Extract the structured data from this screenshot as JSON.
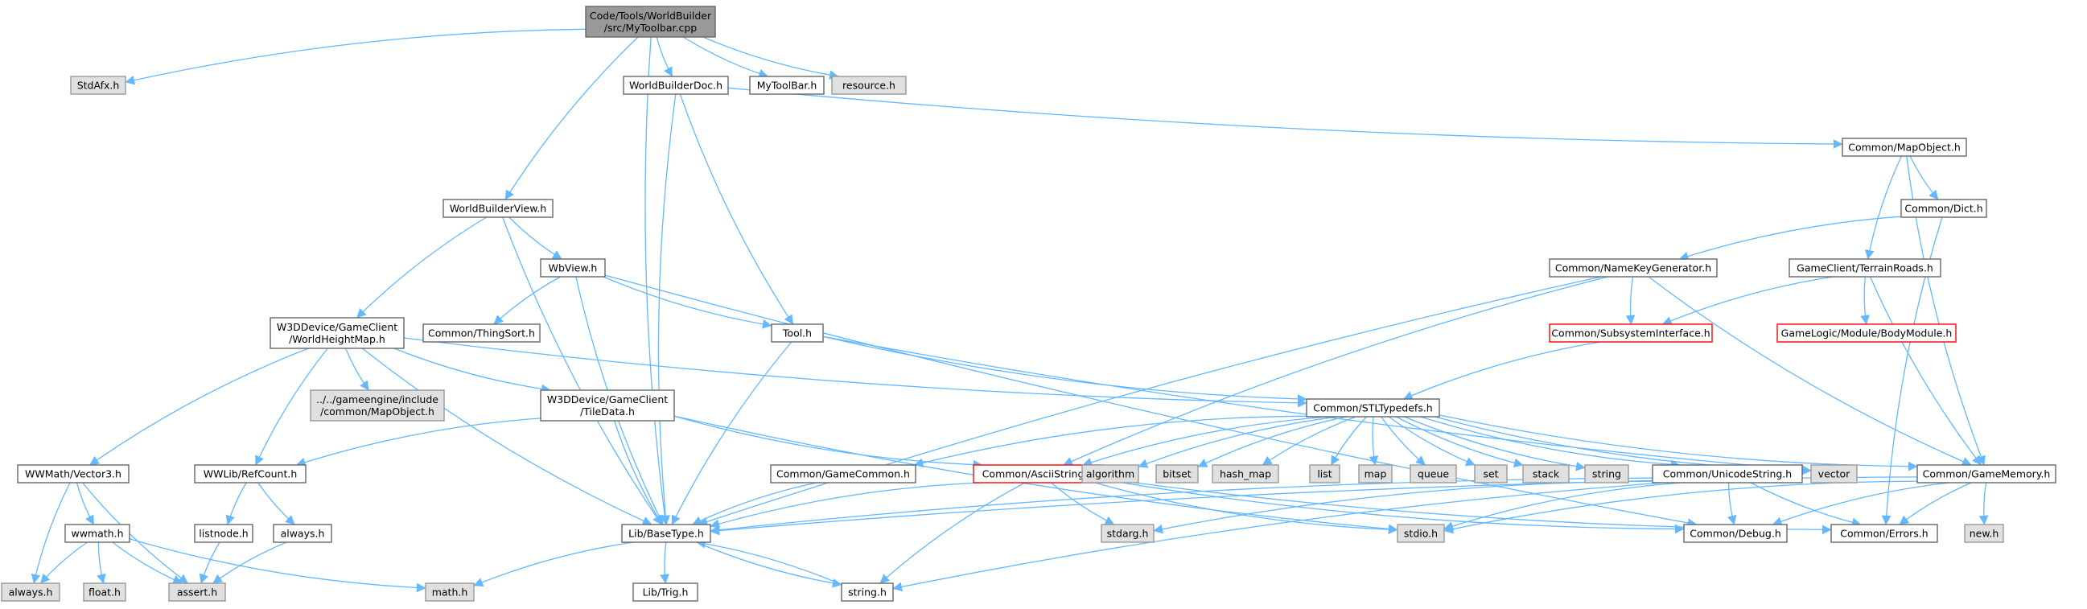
{
  "colors": {
    "edge": "#63b8ff",
    "root_fill": "#999999",
    "root_border": "#666666",
    "node_fill": "#ffffff",
    "node_border": "#666666",
    "ext_fill": "#e0e0e0",
    "ext_border": "#999999",
    "incomplete_border": "#ff0000"
  },
  "nodes": [
    {
      "id": "root",
      "lines": [
        "Code/Tools/WorldBuilder",
        "/src/MyToolbar.cpp"
      ],
      "kind": "root"
    },
    {
      "id": "stdafx",
      "lines": [
        "StdAfx.h"
      ],
      "kind": "ext"
    },
    {
      "id": "worldbuilderdoc",
      "lines": [
        "WorldBuilderDoc.h"
      ],
      "kind": "normal"
    },
    {
      "id": "mytoolbar_h",
      "lines": [
        "MyToolBar.h"
      ],
      "kind": "normal"
    },
    {
      "id": "resource",
      "lines": [
        "resource.h"
      ],
      "kind": "ext"
    },
    {
      "id": "mapobject",
      "lines": [
        "Common/MapObject.h"
      ],
      "kind": "normal"
    },
    {
      "id": "dict",
      "lines": [
        "Common/Dict.h"
      ],
      "kind": "normal"
    },
    {
      "id": "worldbuilderview",
      "lines": [
        "WorldBuilderView.h"
      ],
      "kind": "normal"
    },
    {
      "id": "namekeygen",
      "lines": [
        "Common/NameKeyGenerator.h"
      ],
      "kind": "normal"
    },
    {
      "id": "terrainroads",
      "lines": [
        "GameClient/TerrainRoads.h"
      ],
      "kind": "normal"
    },
    {
      "id": "wbview",
      "lines": [
        "WbView.h"
      ],
      "kind": "normal"
    },
    {
      "id": "worldheightmap",
      "lines": [
        "W3DDevice/GameClient",
        "/WorldHeightMap.h"
      ],
      "kind": "normal"
    },
    {
      "id": "thingsort",
      "lines": [
        "Common/ThingSort.h"
      ],
      "kind": "normal"
    },
    {
      "id": "tool",
      "lines": [
        "Tool.h"
      ],
      "kind": "normal"
    },
    {
      "id": "subsysiface",
      "lines": [
        "Common/SubsystemInterface.h"
      ],
      "kind": "incomplete"
    },
    {
      "id": "bodymodule",
      "lines": [
        "GameLogic/Module/BodyModule.h"
      ],
      "kind": "incomplete"
    },
    {
      "id": "gameengine_mapobj",
      "lines": [
        "../../gameengine/include",
        "/common/MapObject.h"
      ],
      "kind": "ext"
    },
    {
      "id": "tiledata",
      "lines": [
        "W3DDevice/GameClient",
        "/TileData.h"
      ],
      "kind": "normal"
    },
    {
      "id": "stltypedefs",
      "lines": [
        "Common/STLTypedefs.h"
      ],
      "kind": "normal"
    },
    {
      "id": "vector3",
      "lines": [
        "WWMath/Vector3.h"
      ],
      "kind": "normal"
    },
    {
      "id": "refcount",
      "lines": [
        "WWLib/RefCount.h"
      ],
      "kind": "normal"
    },
    {
      "id": "gamecommon",
      "lines": [
        "Common/GameCommon.h"
      ],
      "kind": "normal"
    },
    {
      "id": "asciistring",
      "lines": [
        "Common/AsciiString.h"
      ],
      "kind": "incomplete"
    },
    {
      "id": "algorithm",
      "lines": [
        "algorithm"
      ],
      "kind": "ext"
    },
    {
      "id": "bitset",
      "lines": [
        "bitset"
      ],
      "kind": "ext"
    },
    {
      "id": "hash_map",
      "lines": [
        "hash_map"
      ],
      "kind": "ext"
    },
    {
      "id": "list",
      "lines": [
        "list"
      ],
      "kind": "ext"
    },
    {
      "id": "map",
      "lines": [
        "map"
      ],
      "kind": "ext"
    },
    {
      "id": "queue",
      "lines": [
        "queue"
      ],
      "kind": "ext"
    },
    {
      "id": "set",
      "lines": [
        "set"
      ],
      "kind": "ext"
    },
    {
      "id": "stack",
      "lines": [
        "stack"
      ],
      "kind": "ext"
    },
    {
      "id": "string",
      "lines": [
        "string"
      ],
      "kind": "ext"
    },
    {
      "id": "unicodestring",
      "lines": [
        "Common/UnicodeString.h"
      ],
      "kind": "normal"
    },
    {
      "id": "vector",
      "lines": [
        "vector"
      ],
      "kind": "ext"
    },
    {
      "id": "gamememory",
      "lines": [
        "Common/GameMemory.h"
      ],
      "kind": "normal"
    },
    {
      "id": "wwmath",
      "lines": [
        "wwmath.h"
      ],
      "kind": "normal"
    },
    {
      "id": "listnode",
      "lines": [
        "listnode.h"
      ],
      "kind": "normal"
    },
    {
      "id": "always",
      "lines": [
        "always.h"
      ],
      "kind": "normal"
    },
    {
      "id": "basetype",
      "lines": [
        "Lib/BaseType.h"
      ],
      "kind": "normal"
    },
    {
      "id": "stdarg",
      "lines": [
        "stdarg.h"
      ],
      "kind": "ext"
    },
    {
      "id": "stdio",
      "lines": [
        "stdio.h"
      ],
      "kind": "ext"
    },
    {
      "id": "debug",
      "lines": [
        "Common/Debug.h"
      ],
      "kind": "normal"
    },
    {
      "id": "errors",
      "lines": [
        "Common/Errors.h"
      ],
      "kind": "normal"
    },
    {
      "id": "new",
      "lines": [
        "new.h"
      ],
      "kind": "ext"
    },
    {
      "id": "always_ext",
      "lines": [
        "always.h"
      ],
      "kind": "ext"
    },
    {
      "id": "float",
      "lines": [
        "float.h"
      ],
      "kind": "ext"
    },
    {
      "id": "assert",
      "lines": [
        "assert.h"
      ],
      "kind": "ext"
    },
    {
      "id": "math",
      "lines": [
        "math.h"
      ],
      "kind": "ext"
    },
    {
      "id": "trig",
      "lines": [
        "Lib/Trig.h"
      ],
      "kind": "normal"
    },
    {
      "id": "string_h",
      "lines": [
        "string.h"
      ],
      "kind": "normal"
    }
  ],
  "edges": [
    [
      "root",
      "stdafx"
    ],
    [
      "root",
      "worldbuilderdoc"
    ],
    [
      "root",
      "mytoolbar_h"
    ],
    [
      "root",
      "resource"
    ],
    [
      "root",
      "worldbuilderview"
    ],
    [
      "root",
      "basetype"
    ],
    [
      "worldbuilderdoc",
      "mapobject"
    ],
    [
      "worldbuilderdoc",
      "tool"
    ],
    [
      "worldbuilderdoc",
      "basetype"
    ],
    [
      "mapobject",
      "dict"
    ],
    [
      "mapobject",
      "terrainroads"
    ],
    [
      "mapobject",
      "gamememory"
    ],
    [
      "dict",
      "namekeygen"
    ],
    [
      "dict",
      "errors"
    ],
    [
      "worldbuilderview",
      "wbview"
    ],
    [
      "worldbuilderview",
      "worldheightmap"
    ],
    [
      "worldbuilderview",
      "basetype"
    ],
    [
      "namekeygen",
      "subsysiface"
    ],
    [
      "namekeygen",
      "asciistring"
    ],
    [
      "namekeygen",
      "gamememory"
    ],
    [
      "namekeygen",
      "basetype"
    ],
    [
      "terrainroads",
      "subsysiface"
    ],
    [
      "terrainroads",
      "bodymodule"
    ],
    [
      "terrainroads",
      "gamememory"
    ],
    [
      "wbview",
      "thingsort"
    ],
    [
      "wbview",
      "tool"
    ],
    [
      "wbview",
      "basetype"
    ],
    [
      "wbview",
      "debug"
    ],
    [
      "worldheightmap",
      "gameengine_mapobj"
    ],
    [
      "worldheightmap",
      "tiledata"
    ],
    [
      "worldheightmap",
      "stltypedefs"
    ],
    [
      "worldheightmap",
      "vector3"
    ],
    [
      "worldheightmap",
      "refcount"
    ],
    [
      "worldheightmap",
      "basetype"
    ],
    [
      "tool",
      "stltypedefs"
    ],
    [
      "tool",
      "basetype"
    ],
    [
      "tool",
      "vector"
    ],
    [
      "subsysiface",
      "stltypedefs"
    ],
    [
      "tiledata",
      "refcount"
    ],
    [
      "tiledata",
      "asciistring"
    ],
    [
      "tiledata",
      "basetype"
    ],
    [
      "tiledata",
      "stdio"
    ],
    [
      "stltypedefs",
      "gamecommon"
    ],
    [
      "stltypedefs",
      "asciistring"
    ],
    [
      "stltypedefs",
      "algorithm"
    ],
    [
      "stltypedefs",
      "bitset"
    ],
    [
      "stltypedefs",
      "hash_map"
    ],
    [
      "stltypedefs",
      "list"
    ],
    [
      "stltypedefs",
      "map"
    ],
    [
      "stltypedefs",
      "queue"
    ],
    [
      "stltypedefs",
      "set"
    ],
    [
      "stltypedefs",
      "stack"
    ],
    [
      "stltypedefs",
      "string"
    ],
    [
      "stltypedefs",
      "unicodestring"
    ],
    [
      "stltypedefs",
      "vector"
    ],
    [
      "stltypedefs",
      "gamememory"
    ],
    [
      "vector3",
      "wwmath"
    ],
    [
      "vector3",
      "always_ext"
    ],
    [
      "vector3",
      "assert"
    ],
    [
      "refcount",
      "listnode"
    ],
    [
      "refcount",
      "always"
    ],
    [
      "gamecommon",
      "basetype"
    ],
    [
      "asciistring",
      "basetype"
    ],
    [
      "asciistring",
      "stdarg"
    ],
    [
      "asciistring",
      "stdio"
    ],
    [
      "asciistring",
      "debug"
    ],
    [
      "asciistring",
      "errors"
    ],
    [
      "asciistring",
      "string_h"
    ],
    [
      "unicodestring",
      "basetype"
    ],
    [
      "unicodestring",
      "stdarg"
    ],
    [
      "unicodestring",
      "stdio"
    ],
    [
      "unicodestring",
      "debug"
    ],
    [
      "unicodestring",
      "errors"
    ],
    [
      "unicodestring",
      "string_h"
    ],
    [
      "gamememory",
      "basetype"
    ],
    [
      "gamememory",
      "stdio"
    ],
    [
      "gamememory",
      "debug"
    ],
    [
      "gamememory",
      "errors"
    ],
    [
      "gamememory",
      "new"
    ],
    [
      "wwmath",
      "always_ext"
    ],
    [
      "wwmath",
      "float"
    ],
    [
      "wwmath",
      "assert"
    ],
    [
      "wwmath",
      "math"
    ],
    [
      "listnode",
      "assert"
    ],
    [
      "always",
      "assert"
    ],
    [
      "basetype",
      "math"
    ],
    [
      "basetype",
      "trig"
    ],
    [
      "basetype",
      "string_h"
    ],
    [
      "string_h",
      "basetype"
    ]
  ]
}
